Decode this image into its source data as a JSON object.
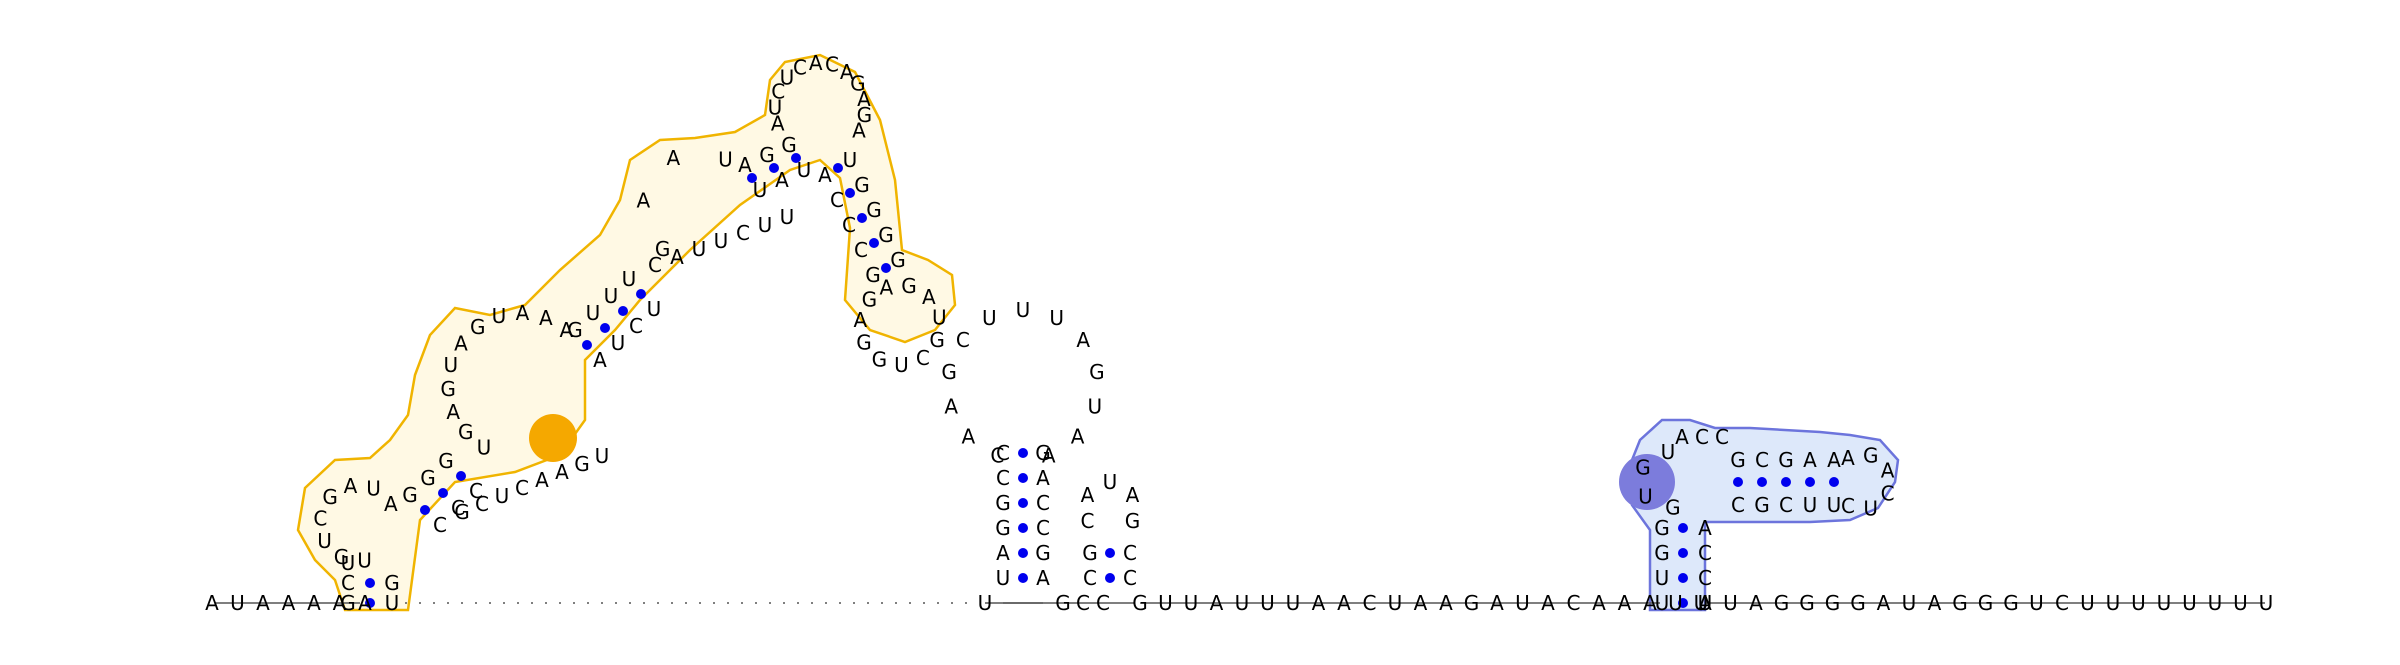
{
  "colors": {
    "pair_dot": "#0000ee",
    "backbone": "#555555",
    "domain1_outline": "#f0b400",
    "domain1_fill": "#fff9e4",
    "domain1_highlight": "#f5a800",
    "domain2_outline": "#6c74dc",
    "domain2_fill": "#dde8fa",
    "domain2_highlight": "#7c7cdc"
  },
  "sequence": {
    "leading": "AUAAAAA",
    "tail": "GUUAUUUAACUAAGAUACAAAUU",
    "trailing": "UUAGGGGAUAGGGUCUUUUUUUU"
  },
  "structures": {
    "domain1": {
      "stem1_left": "GCU",
      "stem1_right": "UG",
      "loop1": "UGUCGAUA",
      "stem2_left": "GGG",
      "stem2_right": "CCC",
      "loop2_left": "UGAGUAGUAAA",
      "loop2_right": "GCUCAAGU",
      "stem3_left": "GUUU",
      "stem3_right": "AUCU",
      "loop3_left": "GAAU",
      "loop3_right": "CAUUCUU",
      "stem4_left": "AGG",
      "stem4_right": "UAU",
      "loop4": "AUCUCACAGAGA",
      "stem5_left": "UGGGG",
      "stem5_right": "ACCCG",
      "loop5": "AGAUGCUGGAG"
    },
    "hairpin1": {
      "stem_left": "UAGGCC",
      "stem_right": "AGCCAG",
      "loop": "CAAGCUUUAGUAA"
    },
    "hairpin2": {
      "stem_left": "CG",
      "stem_right": "CC",
      "loop": "CAUAG",
      "closing": "GCC"
    },
    "domain2": {
      "stem_left": "UGG",
      "stem_right": "CCA",
      "loop_left": "GUGU",
      "loop_right": "ACC",
      "arm_top": "GCGAA",
      "arm_bottom": "CGCUU",
      "arm_loop": "AGACUC"
    }
  }
}
